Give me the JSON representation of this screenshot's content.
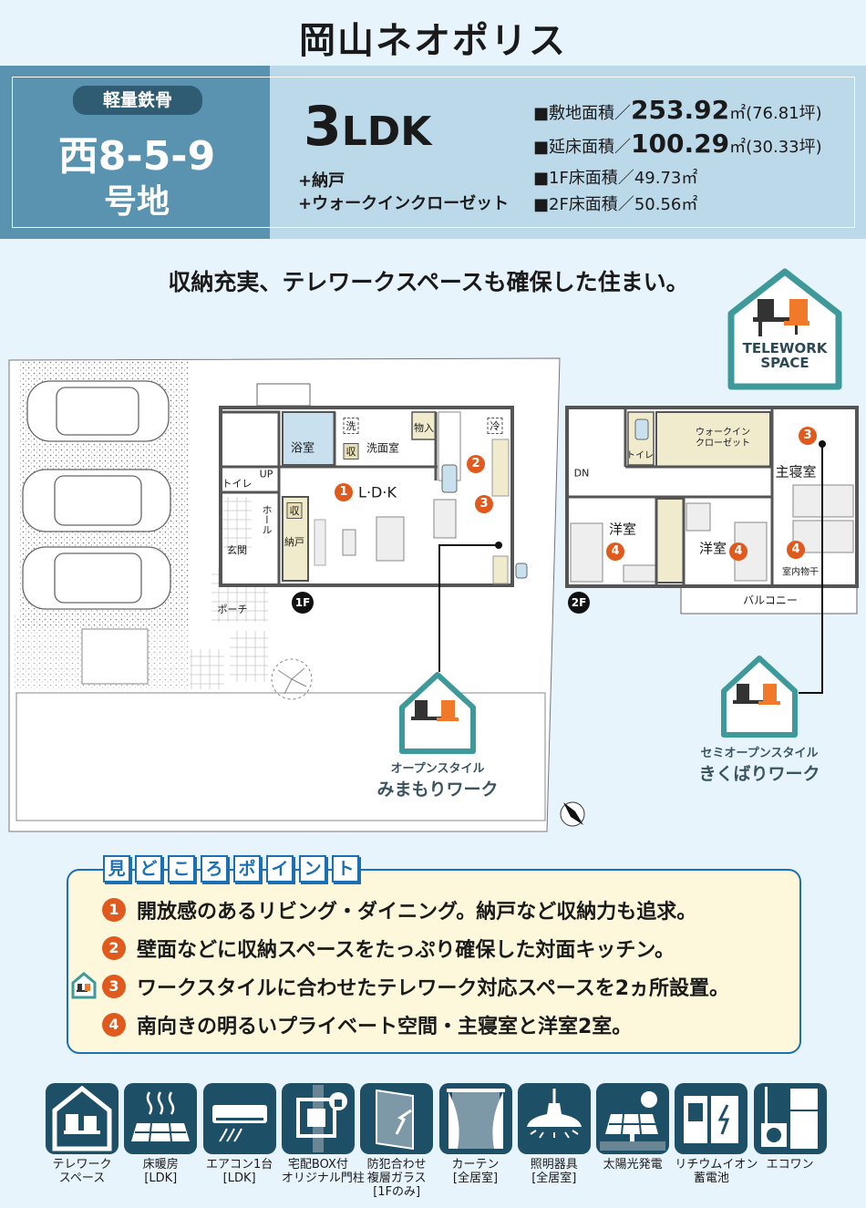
{
  "title": "岡山ネオポリス",
  "header": {
    "structure": "軽量鉄骨",
    "lot_number": "西8-5-9",
    "lot_suffix": "号地",
    "layout_num": "3",
    "layout_type": "LDK",
    "extras": [
      "+納戸",
      "+ウォークインクローゼット"
    ],
    "specs": [
      {
        "label": "■敷地面積／",
        "value": "253.92",
        "unit": "㎡(76.81坪)"
      },
      {
        "label": "■延床面積／",
        "value": "100.29",
        "unit": "㎡(30.33坪)"
      },
      {
        "label": "■1F床面積／",
        "value": "49.73㎡",
        "unit": ""
      },
      {
        "label": "■2F床面積／",
        "value": "50.56㎡",
        "unit": ""
      }
    ]
  },
  "tagline": "収納充実、テレワークスペースも確保した住まい。",
  "telework_badge": {
    "line1": "TELEWORK",
    "line2": "SPACE"
  },
  "floor1": {
    "badge": "1F",
    "rooms": {
      "bath": "浴室",
      "washroom": "洗面室",
      "storage": "物入",
      "up": "UP",
      "toilet": "トイレ",
      "hall": "ホール",
      "entrance": "玄関",
      "pantry": "納戸",
      "porch": "ポーチ",
      "ldk": "L·D·K",
      "wash_mark": "洗",
      "store_mark": "収",
      "fridge_mark": "冷"
    },
    "markers": [
      "1",
      "2",
      "3"
    ]
  },
  "floor2": {
    "badge": "2F",
    "rooms": {
      "dn": "DN",
      "toilet": "トイレ",
      "wic": "ウォークイン\nクローゼット",
      "master": "主寝室",
      "western1": "洋室",
      "western2": "洋室",
      "drying": "室内物干",
      "balcony": "バルコニー"
    },
    "markers": [
      "3",
      "4",
      "4",
      "4"
    ]
  },
  "callouts": [
    {
      "sub": "オープンスタイル",
      "main": "みまもりワーク"
    },
    {
      "sub": "セミオープンスタイル",
      "main": "きくばりワーク"
    }
  ],
  "compass": "N",
  "points": {
    "heading_chars": [
      "見",
      "ど",
      "こ",
      "ろ",
      "ポ",
      "イ",
      "ン",
      "ト"
    ],
    "items": [
      {
        "num": "1",
        "text": "開放感のあるリビング・ダイニング。納戸など収納力も追求。"
      },
      {
        "num": "2",
        "text": "壁面などに収納スペースをたっぷり確保した対面キッチン。"
      },
      {
        "num": "3",
        "text": "ワークスタイルに合わせたテレワーク対応スペースを2ヵ所設置。",
        "icon": "telework-icon"
      },
      {
        "num": "4",
        "text": "南向きの明るいプライベート空間・主寝室と洋室2室。"
      }
    ]
  },
  "features": [
    {
      "icon": "telework-icon",
      "lines": [
        "テレワーク",
        "スペース"
      ]
    },
    {
      "icon": "floor-heating-icon",
      "lines": [
        "床暖房",
        "[LDK]"
      ]
    },
    {
      "icon": "air-conditioner-icon",
      "lines": [
        "エアコン1台",
        "[LDK]"
      ]
    },
    {
      "icon": "delivery-box-icon",
      "lines": [
        "宅配BOX付",
        "オリジナル門柱"
      ]
    },
    {
      "icon": "security-glass-icon",
      "lines": [
        "防犯合わせ",
        "複層ガラス",
        "[1Fのみ]"
      ]
    },
    {
      "icon": "curtain-icon",
      "lines": [
        "カーテン",
        "[全居室]"
      ]
    },
    {
      "icon": "lighting-icon",
      "lines": [
        "照明器具",
        "[全居室]"
      ]
    },
    {
      "icon": "solar-panel-icon",
      "lines": [
        "太陽光発電"
      ]
    },
    {
      "icon": "battery-icon",
      "lines": [
        "リチウムイオン",
        "蓄電池"
      ]
    },
    {
      "icon": "ecoone-icon",
      "lines": [
        "エコワン"
      ]
    }
  ],
  "colors": {
    "accent_orange": "#e05a1e",
    "header_dark": "#5a93b0",
    "header_light": "#bcd9ea",
    "teal": "#3e9a9a",
    "icon_tile": "#1d4f66",
    "points_border": "#1a6fb5",
    "points_bg": "#fdf8dc"
  }
}
